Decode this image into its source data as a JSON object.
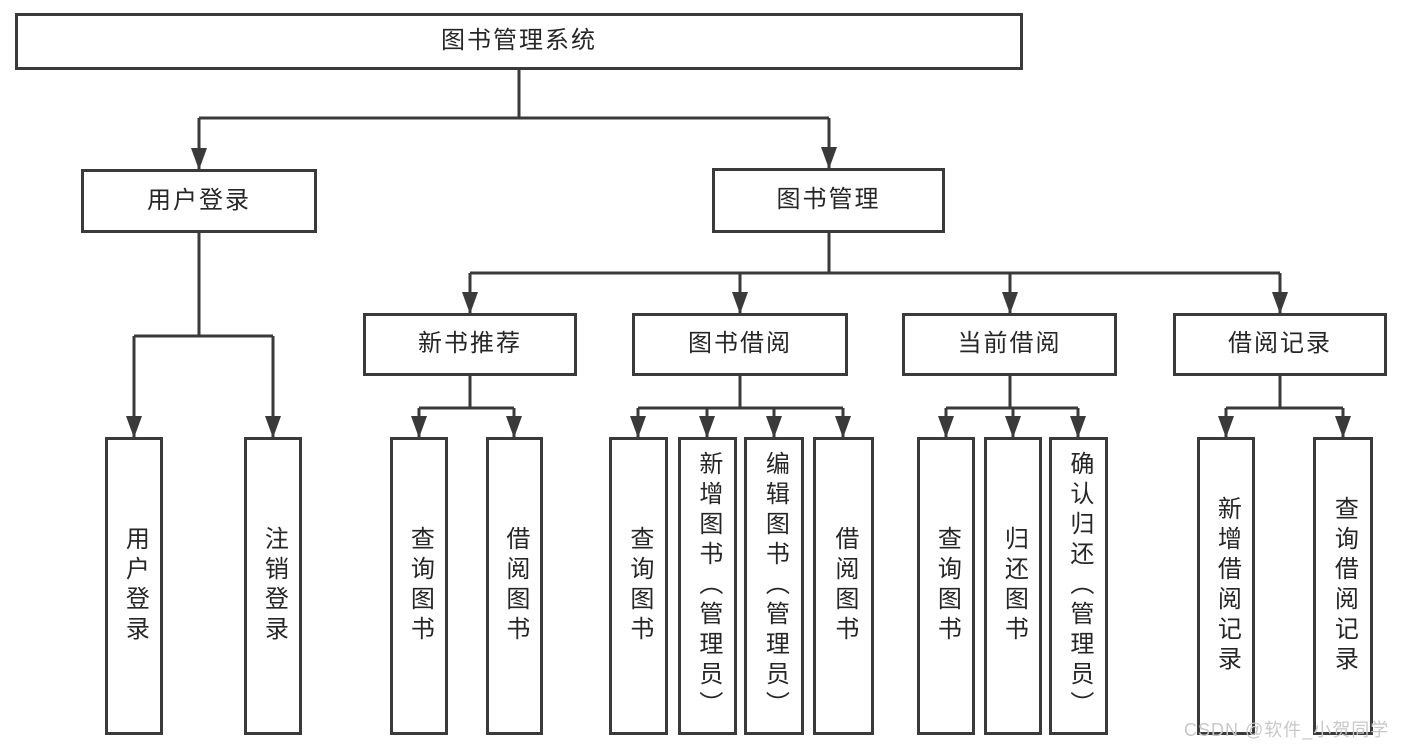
{
  "diagram": {
    "root": {
      "label": "图书管理系统"
    },
    "user_login": {
      "label": "用户登录",
      "children": [
        {
          "label": "用户登录"
        },
        {
          "label": "注销登录"
        }
      ]
    },
    "book_management": {
      "label": "图书管理",
      "sections": [
        {
          "label": "新书推荐",
          "children": [
            {
              "label": "查询图书"
            },
            {
              "label": "借阅图书"
            }
          ]
        },
        {
          "label": "图书借阅",
          "children": [
            {
              "label": "查询图书"
            },
            {
              "label": "新增图书（管理员）"
            },
            {
              "label": "编辑图书（管理员）"
            },
            {
              "label": "借阅图书"
            }
          ]
        },
        {
          "label": "当前借阅",
          "children": [
            {
              "label": "查询图书"
            },
            {
              "label": "归还图书"
            },
            {
              "label": "确认归还（管理员）"
            }
          ]
        },
        {
          "label": "借阅记录",
          "children": [
            {
              "label": "新增借阅记录"
            },
            {
              "label": "查询借阅记录"
            }
          ]
        }
      ]
    }
  },
  "watermark": {
    "text": "CSDN @软件_小贺同学"
  },
  "colors": {
    "line": "#3a3a3a",
    "text": "#262626",
    "watermark": "#c8c8c8",
    "background": "#ffffff"
  }
}
